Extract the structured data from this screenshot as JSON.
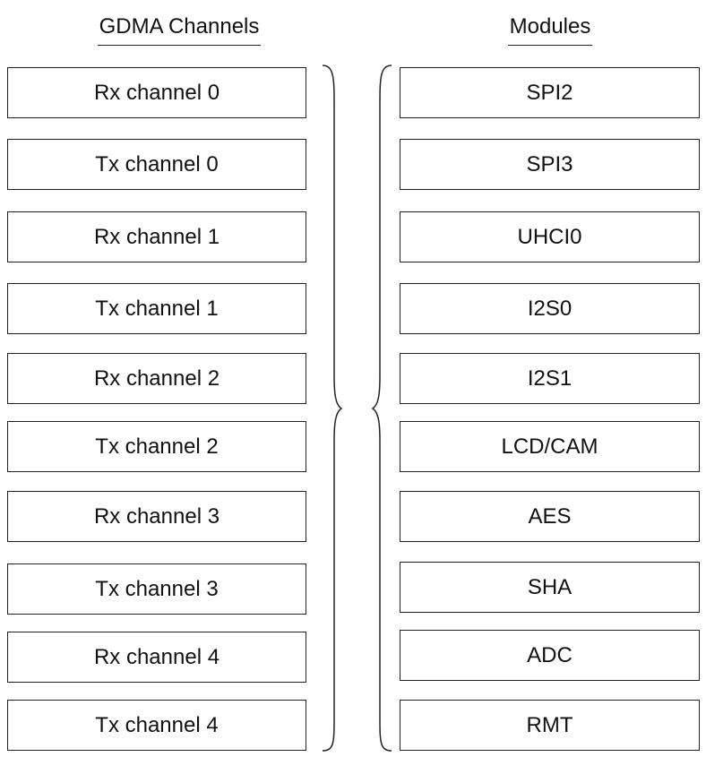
{
  "headers": {
    "left": "GDMA Channels",
    "right": "Modules"
  },
  "channels": [
    "Rx channel 0",
    "Tx channel 0",
    "Rx channel 1",
    "Tx channel 1",
    "Rx channel 2",
    "Tx channel 2",
    "Rx channel 3",
    "Tx channel 3",
    "Rx channel 4",
    "Tx channel 4"
  ],
  "modules": [
    "SPI2",
    "SPI3",
    "UHCI0",
    "I2S0",
    "I2S1",
    "LCD/CAM",
    "AES",
    "SHA",
    "ADC",
    "RMT"
  ]
}
